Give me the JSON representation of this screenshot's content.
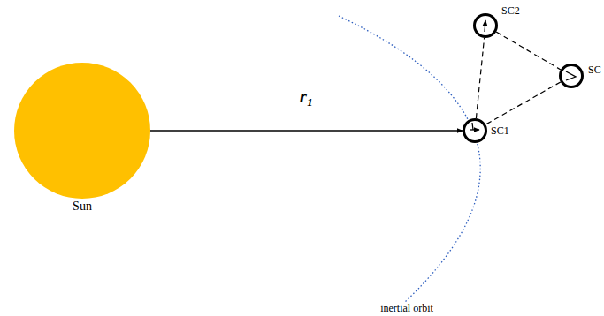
{
  "diagram": {
    "nodes": [
      {
        "text": [
          "Sun"
        ]
      },
      {
        "text": [
          "SC1"
        ]
      },
      {
        "text": [
          "SC2"
        ]
      },
      {
        "text": [
          "SC"
        ]
      }
    ],
    "edges": [
      {
        "from": 0,
        "to": 1,
        "arrow": "to",
        "label": "r₁"
      },
      {
        "from": 1,
        "to": 2,
        "arrow": "none"
      },
      {
        "from": 2,
        "to": 3,
        "arrow": "none"
      },
      {
        "from": 3,
        "to": 1,
        "arrow": "none"
      }
    ],
    "labels": [
      "inertial orbit"
    ]
  }
}
